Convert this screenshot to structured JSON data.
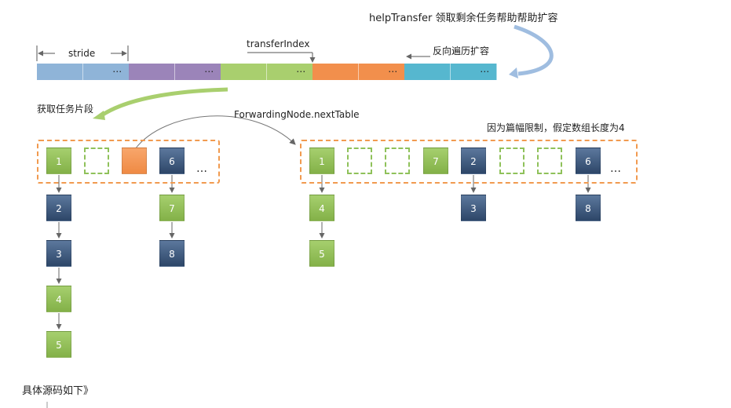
{
  "labels": {
    "help_transfer": "helpTransfer 领取剩余任务帮助帮助扩容",
    "stride": "stride",
    "transfer_index": "transferIndex",
    "reverse": "反向遍历扩容",
    "get_task": "获取任务片段",
    "forwarding": "ForwardingNode.nextTable",
    "note": "因为篇幅限制，假定数组长度为4",
    "ellipsis": "…",
    "footer": "具体源码如下》"
  },
  "colors": {
    "blue": "#8fb4d8",
    "purple": "#9b84b9",
    "green": "#a9cf6e",
    "orange": "#f28f4c",
    "teal": "#56b7cf",
    "dashed_orange": "#f19a4f",
    "dashed_green": "#8fc15a"
  },
  "segments": [
    "",
    "",
    "",
    "…",
    "",
    "",
    "",
    "…",
    "",
    "",
    "",
    "…",
    "",
    "",
    "",
    "…",
    "",
    "",
    "",
    "…"
  ],
  "old_table": {
    "slots": [
      {
        "kind": "green",
        "label": "1"
      },
      {
        "kind": "empty",
        "label": ""
      },
      {
        "kind": "orange",
        "label": ""
      },
      {
        "kind": "blue",
        "label": "6"
      }
    ],
    "chain1": [
      {
        "kind": "blue",
        "label": "2"
      },
      {
        "kind": "blue",
        "label": "3"
      },
      {
        "kind": "green",
        "label": "4"
      },
      {
        "kind": "green",
        "label": "5"
      }
    ],
    "chain2": [
      {
        "kind": "green",
        "label": "7"
      },
      {
        "kind": "blue",
        "label": "8"
      }
    ]
  },
  "new_table": {
    "slots": [
      {
        "kind": "green",
        "label": "1"
      },
      {
        "kind": "empty",
        "label": ""
      },
      {
        "kind": "empty",
        "label": ""
      },
      {
        "kind": "green",
        "label": "7"
      },
      {
        "kind": "blue",
        "label": "2"
      },
      {
        "kind": "empty",
        "label": ""
      },
      {
        "kind": "empty",
        "label": ""
      },
      {
        "kind": "blue",
        "label": "6"
      }
    ],
    "chain1": [
      {
        "kind": "green",
        "label": "4"
      },
      {
        "kind": "green",
        "label": "5"
      }
    ],
    "chain2": [
      {
        "kind": "blue",
        "label": "3"
      }
    ],
    "chain3": [
      {
        "kind": "blue",
        "label": "8"
      }
    ]
  }
}
